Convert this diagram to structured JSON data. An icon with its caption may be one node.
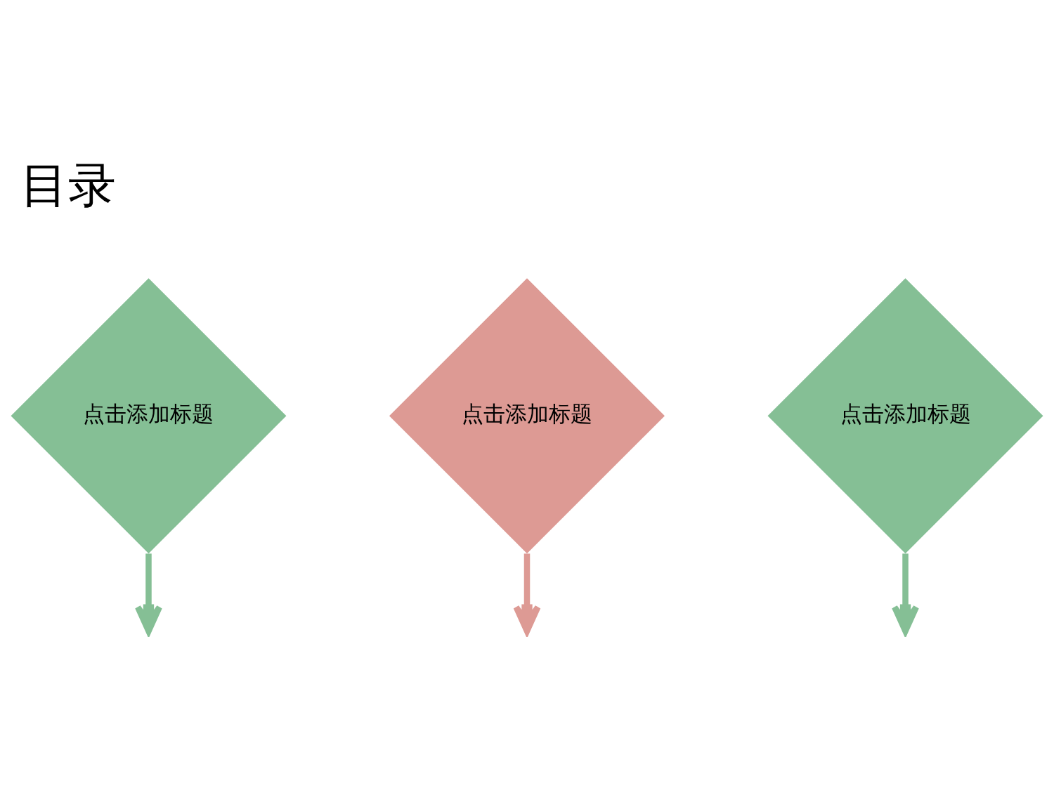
{
  "diagram": {
    "title": "目录",
    "nodes": [
      {
        "text": [
          "点击添加标题"
        ]
      },
      {
        "text": [
          "点击添加标题"
        ]
      },
      {
        "text": [
          "点击添加标题"
        ]
      }
    ],
    "edges": [
      {
        "from": 0,
        "to": null,
        "arrow": "to"
      },
      {
        "from": 1,
        "to": null,
        "arrow": "to",
        "color": "#dd9a94"
      },
      {
        "from": 2,
        "to": null,
        "arrow": "to"
      }
    ]
  }
}
